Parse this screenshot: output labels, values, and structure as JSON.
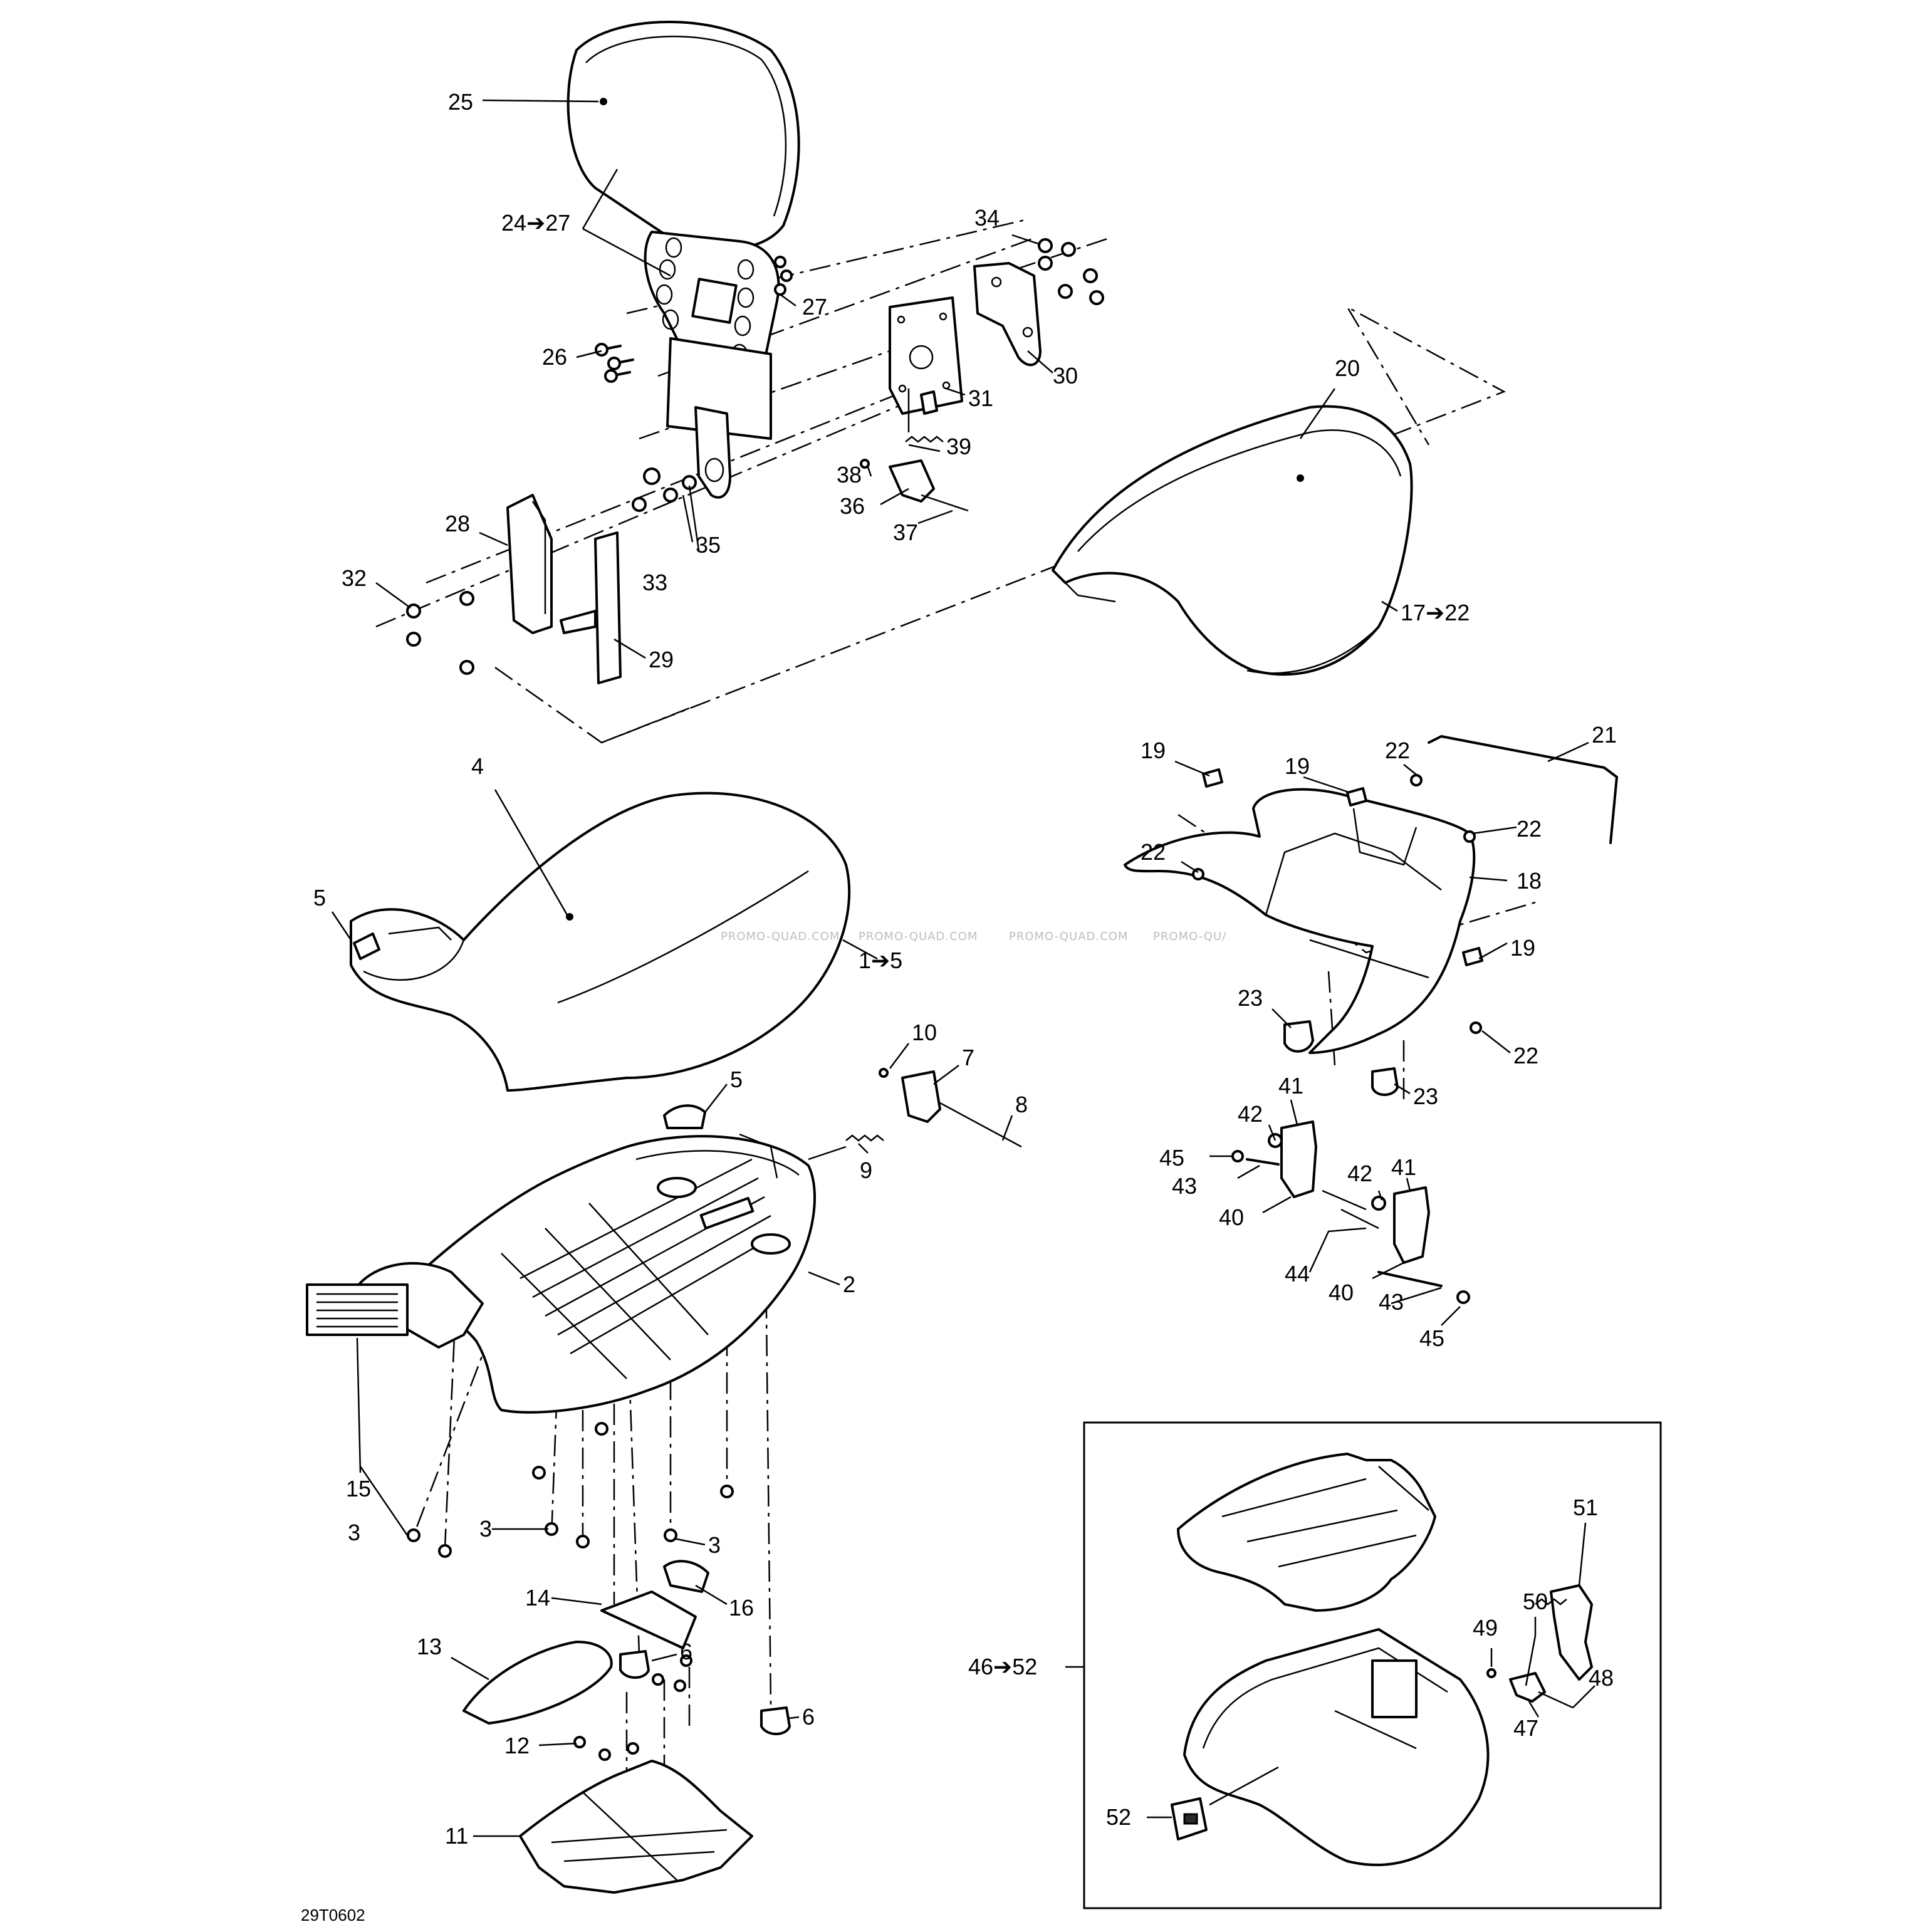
{
  "diagram_ref": "29T0602",
  "watermark": [
    "PROMO-QUAD.COM",
    "PROMO-QUAD.COM",
    "PROMO-QUAD.COM",
    "PROMO-QU/"
  ],
  "callouts": {
    "c1_5": "1➔5",
    "c2": "2",
    "c3a": "3",
    "c3b": "3",
    "c3c": "3",
    "c4": "4",
    "c5a": "5",
    "c5b": "5",
    "c6a": "6",
    "c6b": "6",
    "c7": "7",
    "c8": "8",
    "c9": "9",
    "c10": "10",
    "c11": "11",
    "c12": "12",
    "c13": "13",
    "c14": "14",
    "c15": "15",
    "c16": "16",
    "c17_22": "17➔22",
    "c18": "18",
    "c19a": "19",
    "c19b": "19",
    "c19c": "19",
    "c20": "20",
    "c21": "21",
    "c22a": "22",
    "c22b": "22",
    "c22c": "22",
    "c22d": "22",
    "c23a": "23",
    "c23b": "23",
    "c24_27": "24➔27",
    "c25": "25",
    "c26": "26",
    "c27": "27",
    "c28": "28",
    "c29": "29",
    "c30": "30",
    "c31": "31",
    "c32": "32",
    "c33": "33",
    "c34": "34",
    "c35": "35",
    "c36": "36",
    "c37": "37",
    "c38": "38",
    "c39": "39",
    "c40a": "40",
    "c40b": "40",
    "c41a": "41",
    "c41b": "41",
    "c42a": "42",
    "c42b": "42",
    "c43a": "43",
    "c43b": "43",
    "c44": "44",
    "c45a": "45",
    "c45b": "45",
    "c46_52": "46➔52",
    "c47": "47",
    "c48": "48",
    "c49": "49",
    "c50": "50",
    "c51": "51",
    "c52": "52"
  }
}
